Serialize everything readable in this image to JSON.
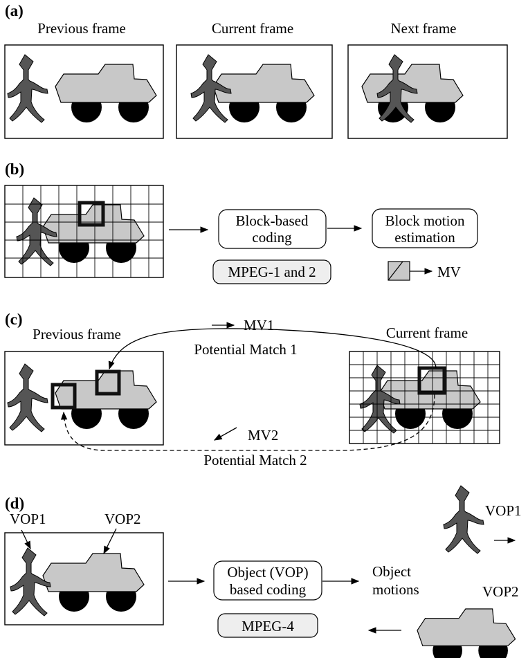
{
  "section_a": {
    "label": "(a)",
    "frames": [
      "Previous frame",
      "Current frame",
      "Next frame"
    ]
  },
  "section_b": {
    "label": "(b)",
    "coding_box": [
      "Block-based",
      "coding"
    ],
    "estimation_box": [
      "Block motion",
      "estimation"
    ],
    "standard": "MPEG-1 and 2",
    "mv_label": "MV"
  },
  "section_c": {
    "label": "(c)",
    "previous_frame": "Previous frame",
    "current_frame": "Current frame",
    "mv1": "MV1",
    "match1": "Potential Match 1",
    "mv2": "MV2",
    "match2": "Potential Match 2"
  },
  "section_d": {
    "label": "(d)",
    "vop1": "VOP1",
    "vop2": "VOP2",
    "coding_box": [
      "Object (VOP)",
      "based coding"
    ],
    "motions": [
      "Object",
      "motions"
    ],
    "standard": "MPEG-4",
    "vop1_right": "VOP1",
    "vop2_right": "VOP2"
  },
  "colors": {
    "person": "#555555",
    "car": "#c8c8c8",
    "wheel": "#000000",
    "pill": "#eeeeee"
  }
}
